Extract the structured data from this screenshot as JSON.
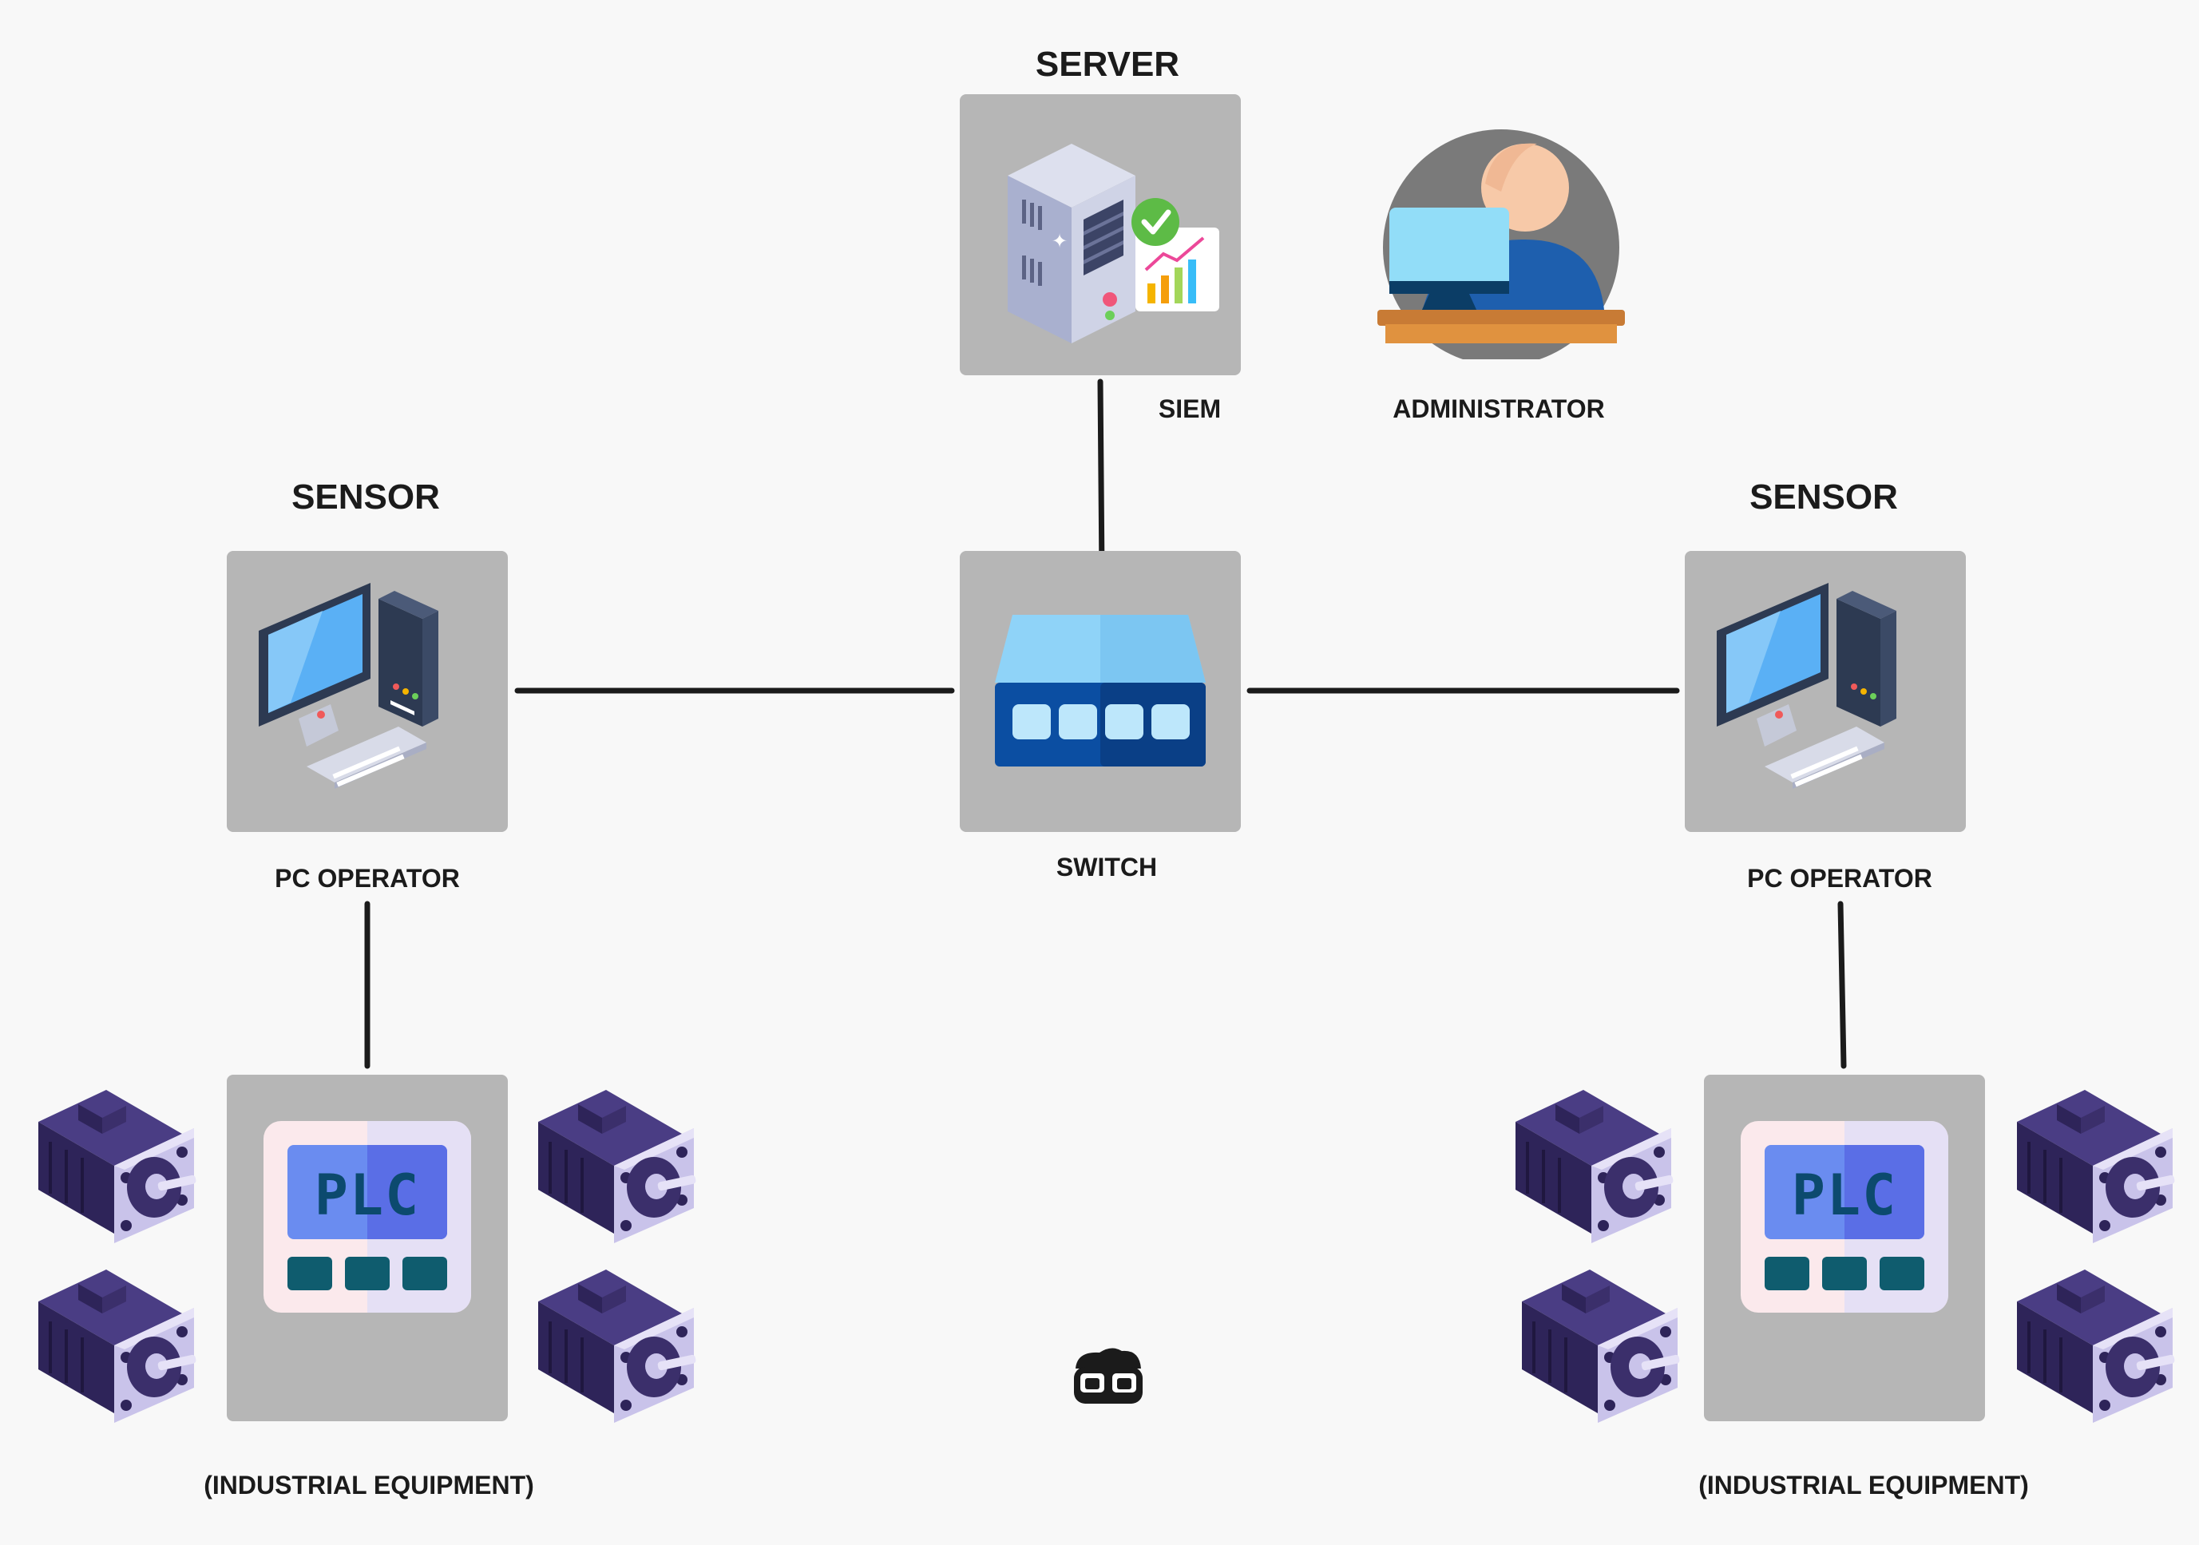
{
  "labels": {
    "server_title": "SERVER",
    "siem": "SIEM",
    "administrator": "ADMINISTRATOR",
    "sensor_left": "SENSOR",
    "sensor_right": "SENSOR",
    "pc_operator_left": "PC OPERATOR",
    "pc_operator_right": "PC OPERATOR",
    "switch": "SWITCH",
    "industrial_left": "(INDUSTRIAL EQUIPMENT)",
    "industrial_right": "(INDUSTRIAL EQUIPMENT)",
    "plc_left": "PLC",
    "plc_right": "PLC"
  },
  "colors": {
    "background": "#f8f8f8",
    "box": "#b6b6b6",
    "line": "#1b1b1b",
    "motor": "#3b2f6b",
    "motor_face": "#c9c3ea",
    "plc_screen": "#6a8cf0",
    "plc_text": "#0c4a6e",
    "plc_button": "#0f5c6e",
    "switch_top": "#8fd3f8",
    "switch_body": "#0b4ea2",
    "switch_port": "#bde7fb"
  },
  "icons": [
    "server-icon",
    "administrator-icon",
    "pc-icon",
    "switch-icon",
    "plc-icon",
    "motor-icon",
    "logo-icon"
  ]
}
